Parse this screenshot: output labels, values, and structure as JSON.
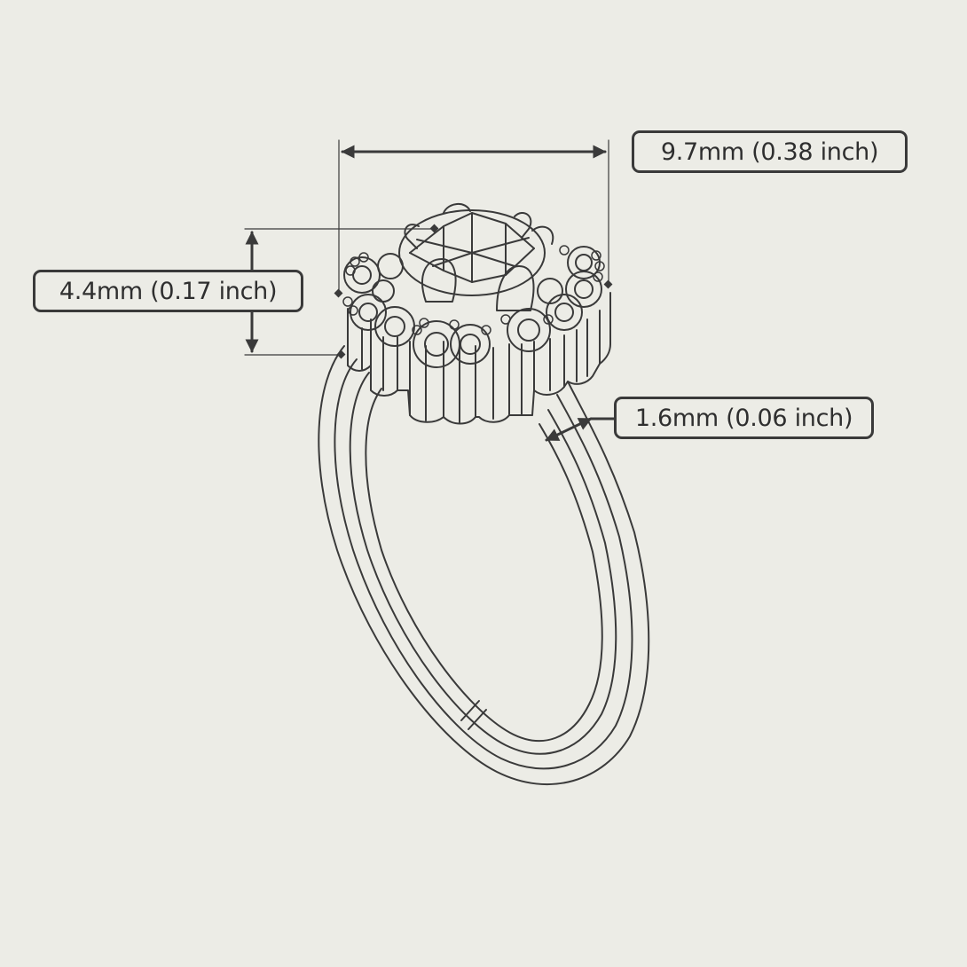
{
  "dimensions": {
    "width_label": "9.7mm (0.38 inch)",
    "height_label": "4.4mm (0.17 inch)",
    "band_label": "1.6mm (0.06 inch)"
  },
  "colors": {
    "background": "#ecece6",
    "line": "#3a3a3a"
  }
}
